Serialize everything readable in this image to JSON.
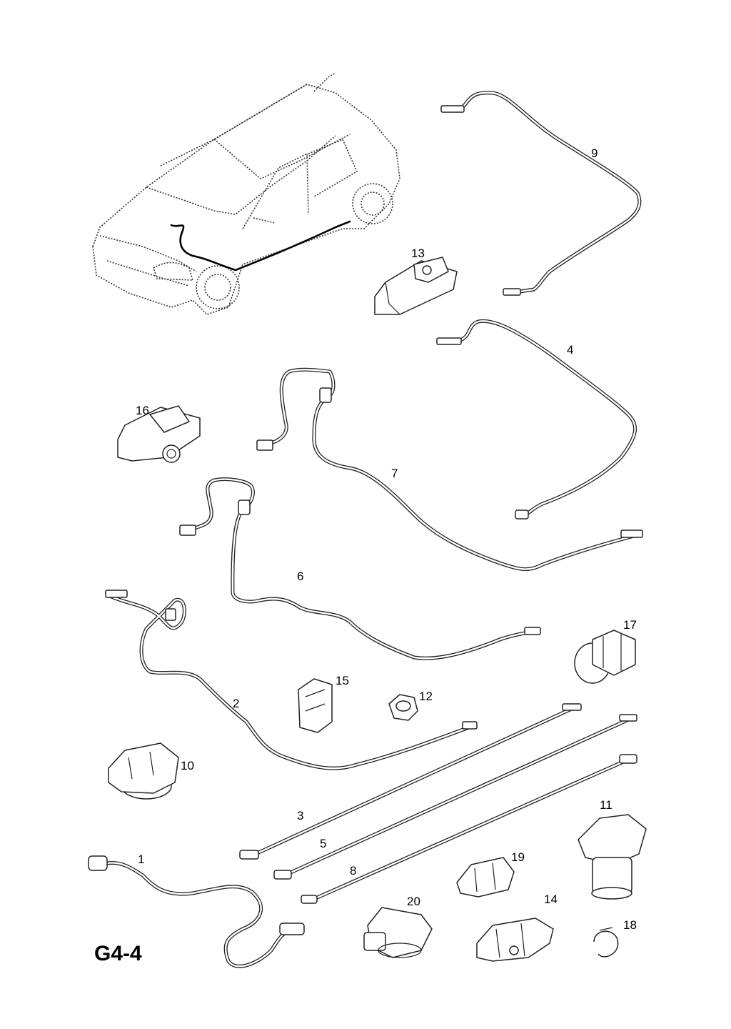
{
  "diagram_ref": "G4-4",
  "callouts": {
    "c1": "1",
    "c2": "2",
    "c3": "3",
    "c4": "4",
    "c5": "5",
    "c6": "6",
    "c7": "7",
    "c8": "8",
    "c9": "9",
    "c10": "10",
    "c11": "11",
    "c12": "12",
    "c13": "13",
    "c14": "14",
    "c15": "15",
    "c16": "16",
    "c17": "17",
    "c18": "18",
    "c19": "19",
    "c20": "20"
  }
}
